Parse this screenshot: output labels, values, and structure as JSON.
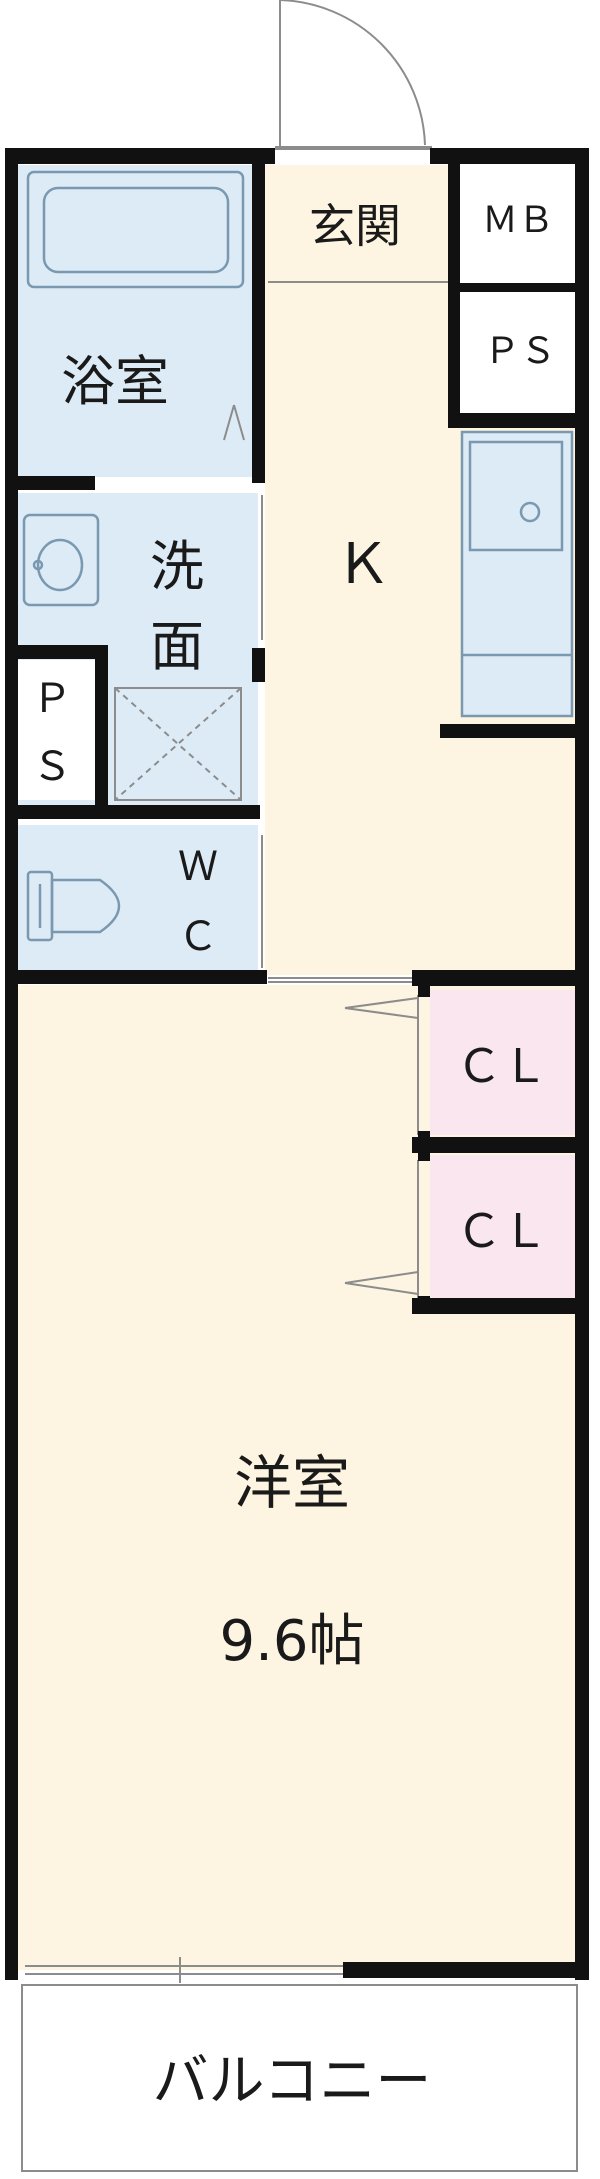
{
  "colors": {
    "wall": "#111111",
    "floor": "#fdf5e1",
    "wet_area": "#dcebf6",
    "closet": "#f9e6ee",
    "fixture_line": "#7a99b0",
    "door_line": "#8c8c8c"
  },
  "rooms": {
    "entrance": "玄関",
    "mb": "ＭＢ",
    "ps_top": "ＰＳ",
    "bath": "浴室",
    "kitchen": "Ｋ",
    "washroom_1": "洗",
    "washroom_2": "面",
    "ps_left_1": "Ｐ",
    "ps_left_2": "Ｓ",
    "wc_1": "Ｗ",
    "wc_2": "Ｃ",
    "closet_1": "ＣＬ",
    "closet_2": "ＣＬ",
    "western_room": "洋室",
    "western_room_size": "9.6帖",
    "balcony": "バルコニー"
  },
  "icons": {
    "entry_door": "door-swing-icon",
    "bathtub": "bathtub-icon",
    "washbasin": "washbasin-icon",
    "washing_machine": "washing-machine-pan-icon",
    "toilet": "toilet-icon",
    "kitchen_sink": "kitchen-sink-icon"
  }
}
